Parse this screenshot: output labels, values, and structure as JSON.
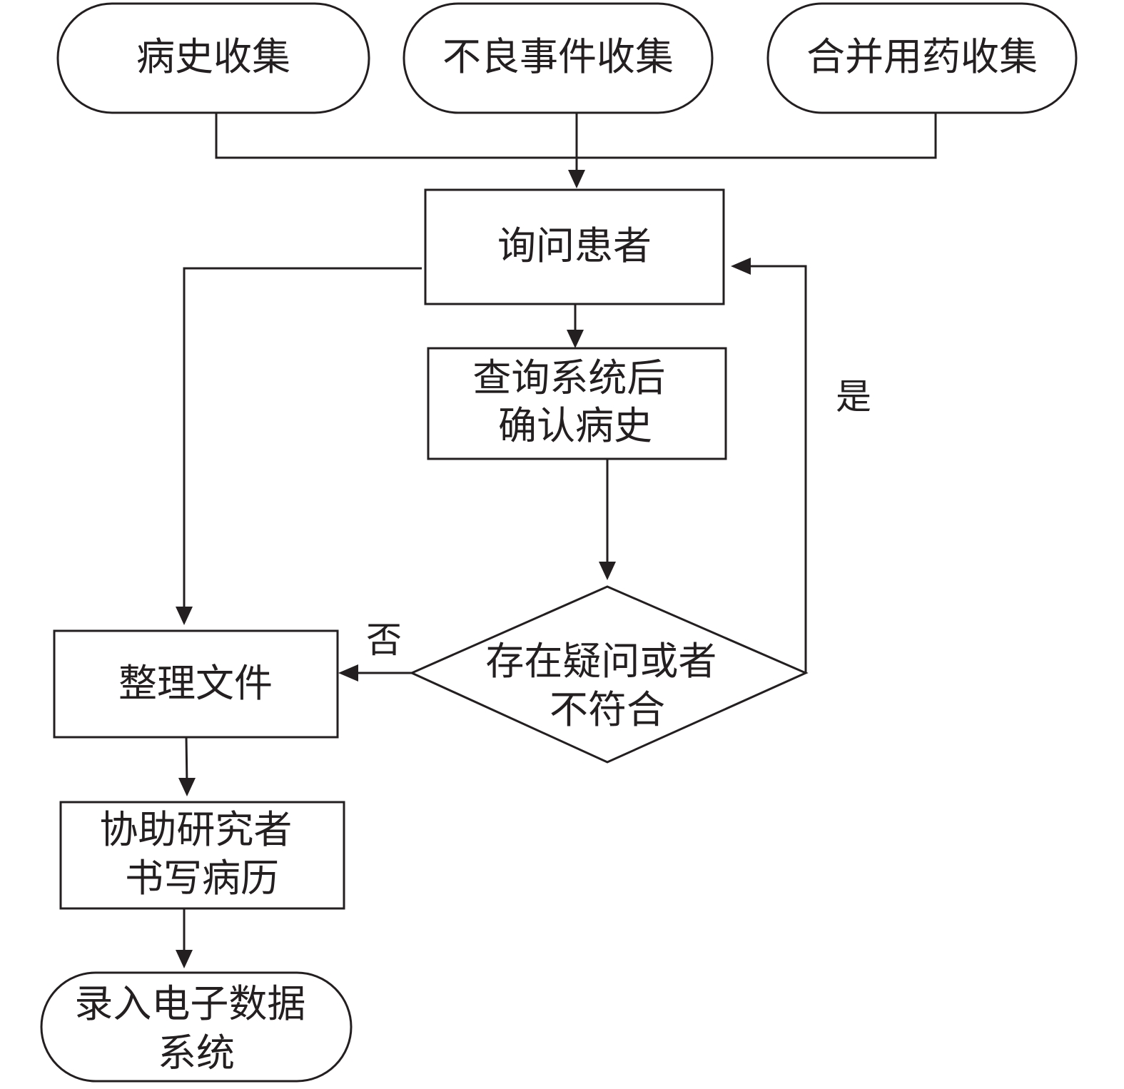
{
  "colors": {
    "stroke": "#231f20",
    "fill": "#ffffff",
    "text": "#231f20"
  },
  "nodes": {
    "history_collect": "病史收集",
    "adverse_event_collect": "不良事件收集",
    "concomitant_med_collect": "合并用药收集",
    "ask_patient": "询问患者",
    "confirm_history": [
      "查询系统后",
      "确认病史"
    ],
    "decision": [
      "存在疑问或者",
      "不符合"
    ],
    "organize_files": "整理文件",
    "assist_record": [
      "协助研究者",
      "书写病历"
    ],
    "enter_edc": [
      "录入电子数据",
      "系统"
    ]
  },
  "edge_labels": {
    "yes": "是",
    "no": "否"
  }
}
